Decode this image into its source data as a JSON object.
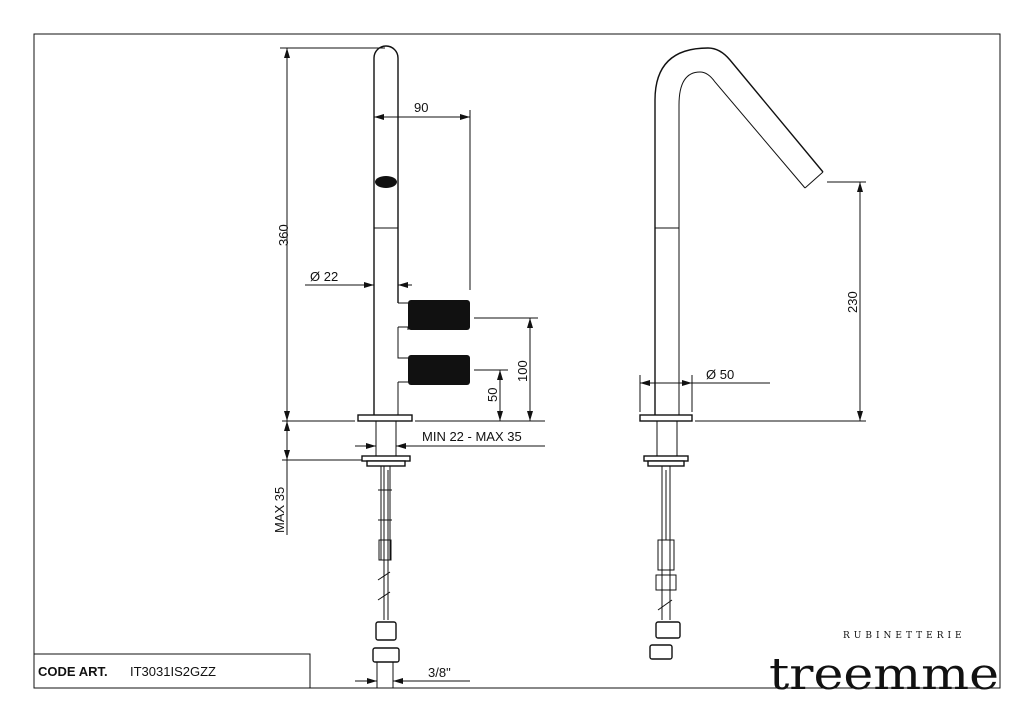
{
  "title_block": {
    "code_label": "CODE ART.",
    "code_value": "IT3031IS2GZZ"
  },
  "logo": {
    "brand": "treemme",
    "tagline": "RUBINETTERIE"
  },
  "dimensions": {
    "total_height": "360",
    "spout_reach": "90",
    "tube_diameter": "Ø 22",
    "upper_handle_height": "100",
    "lower_handle_height": "50",
    "deck_thickness": "MIN 22 - MAX 35",
    "max_deck": "MAX 35",
    "hose_connection": "3/8\"",
    "spout_height": "230",
    "base_diameter": "Ø 50"
  }
}
